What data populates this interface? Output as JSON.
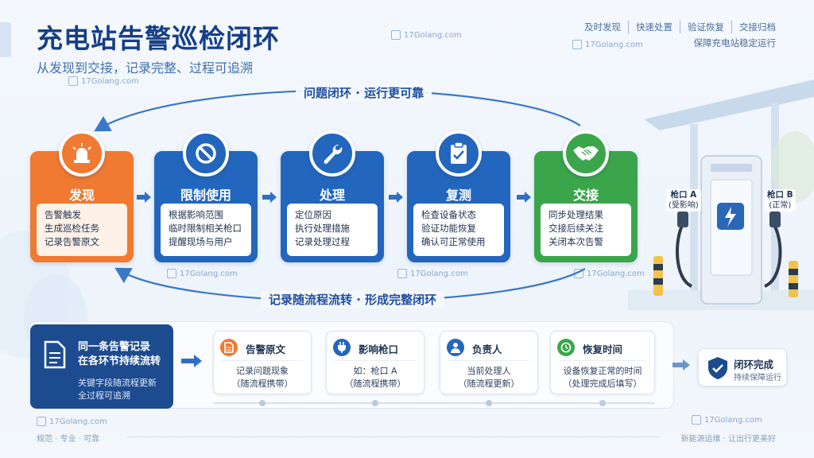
{
  "header": {
    "title": "充电站告警巡检闭环",
    "subtitle": "从发现到交接，记录完整、过程可追溯",
    "tagline": [
      "及时发现",
      "快速处置",
      "验证恢复",
      "交接归档"
    ],
    "tagline2": "保障充电站稳定运行"
  },
  "watermark": "17Golang.com",
  "loop": {
    "top_label": "问题闭环 · 运行更可靠",
    "bottom_label": "记录随流程流转 · 形成完整闭环"
  },
  "stages": [
    {
      "name": "发现",
      "lines": [
        "告警触发",
        "生成巡检任务",
        "记录告警原文"
      ],
      "icon": "alarm-light-icon",
      "color": "#f07a31"
    },
    {
      "name": "限制使用",
      "lines": [
        "根据影响范围",
        "临时限制相关枪口",
        "提醒现场与用户"
      ],
      "icon": "prohibited-icon",
      "color": "#2366bd"
    },
    {
      "name": "处理",
      "lines": [
        "定位原因",
        "执行处理措施",
        "记录处理过程"
      ],
      "icon": "wrench-icon",
      "color": "#2366bd"
    },
    {
      "name": "复测",
      "lines": [
        "检查设备状态",
        "验证功能恢复",
        "确认可正常使用"
      ],
      "icon": "clipboard-check-icon",
      "color": "#2366bd"
    },
    {
      "name": "交接",
      "lines": [
        "同步处理结果",
        "交接后续关注",
        "关闭本次告警"
      ],
      "icon": "handshake-icon",
      "color": "#3ba54b"
    }
  ],
  "charger": {
    "port_a_name": "枪口 A",
    "port_a_status": "(受影响)",
    "port_b_name": "枪口 B",
    "port_b_status": "(正常)"
  },
  "record": {
    "title_line1": "同一条告警记录",
    "title_line2": "在各环节持续流转",
    "desc_line1": "关键字段随流程更新",
    "desc_line2": "全过程可追溯"
  },
  "fields": [
    {
      "title": "告警原文",
      "desc1": "记录问题现象",
      "desc2": "（随流程携带）",
      "icon": "document-icon",
      "color": "#f07a31"
    },
    {
      "title": "影响枪口",
      "desc1": "如：枪口 A",
      "desc2": "（随流程携带）",
      "icon": "plug-icon",
      "color": "#2366bd"
    },
    {
      "title": "负责人",
      "desc1": "当前处理人",
      "desc2": "（随流程更新）",
      "icon": "person-icon",
      "color": "#2366bd"
    },
    {
      "title": "恢复时间",
      "desc1": "设备恢复正常的时间",
      "desc2": "（处理完成后填写）",
      "icon": "clock-icon",
      "color": "#3ba54b"
    }
  ],
  "done": {
    "title": "闭环完成",
    "subtitle": "持续保障运行"
  },
  "footer": {
    "left": "规范 · 专业 · 可靠",
    "right": "新能源运维 · 让出行更美好"
  }
}
